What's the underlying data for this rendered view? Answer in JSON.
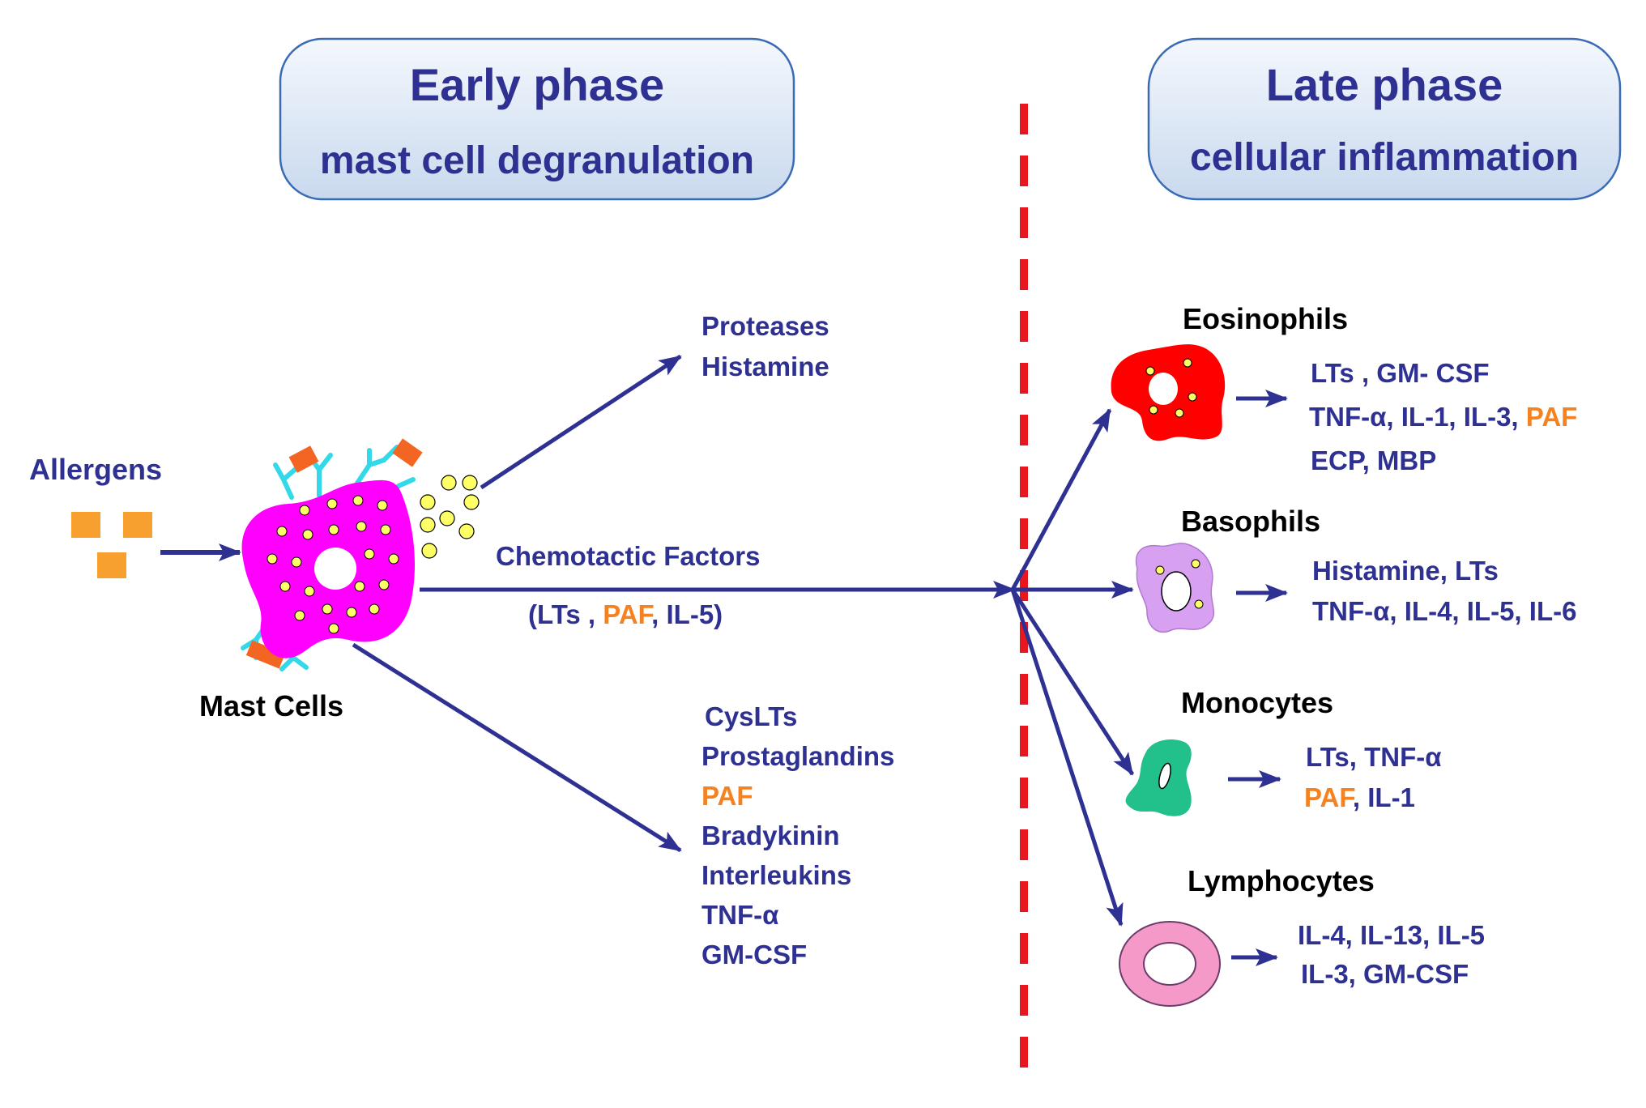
{
  "early_phase": {
    "title": "Early phase",
    "subtitle": "mast cell degranulation"
  },
  "late_phase": {
    "title": "Late phase",
    "subtitle": "cellular inflammation"
  },
  "allergens_label": "Allergens",
  "mast_cells_label": "Mast Cells",
  "upper_mediators": [
    "Proteases",
    "Histamine"
  ],
  "chemotactic": {
    "title": "Chemotactic Factors",
    "open": "(LTs , ",
    "paf": "PAF",
    "close": ", IL-5)"
  },
  "lower_mediators": [
    {
      "text": "CysLTs",
      "highlight": false
    },
    {
      "text": "Prostaglandins",
      "highlight": false
    },
    {
      "text": "PAF",
      "highlight": true
    },
    {
      "text": "Bradykinin",
      "highlight": false
    },
    {
      "text": "Interleukins",
      "highlight": false
    },
    {
      "text": "TNF-α",
      "highlight": false
    },
    {
      "text": "GM-CSF",
      "highlight": false
    }
  ],
  "cells": {
    "eosinophils": {
      "label": "Eosinophils",
      "line1": "LTs , GM- CSF",
      "line2_a": "TNF-α, IL-1, IL-3, ",
      "line2_paf": "PAF",
      "line3": "ECP, MBP"
    },
    "basophils": {
      "label": "Basophils",
      "line1": "Histamine,  LTs",
      "line2": "TNF-α, IL-4, IL-5, IL-6"
    },
    "monocytes": {
      "label": "Monocytes",
      "line1": "LTs, TNF-α",
      "line2_paf": "PAF",
      "line2_b": ", IL-1"
    },
    "lymphocytes": {
      "label": "Lymphocytes",
      "line1": "IL-4, IL-13, IL-5",
      "line2": "IL-3, GM-CSF"
    }
  },
  "colors": {
    "text_navy": "#2e3192",
    "highlight_orange": "#f58220",
    "arrow": "#2e3192",
    "divider": "#e8171f",
    "header_fill": "#dbe6f4",
    "mast_cell": "#ff00ff",
    "eosinophil": "#ff0000",
    "basophil": "#d8a0f0",
    "monocyte": "#22c08a",
    "lymphocyte": "#f59ac8",
    "granule": "#ffff66",
    "receptor": "#33d9e8",
    "allergen": "#f7a030"
  }
}
